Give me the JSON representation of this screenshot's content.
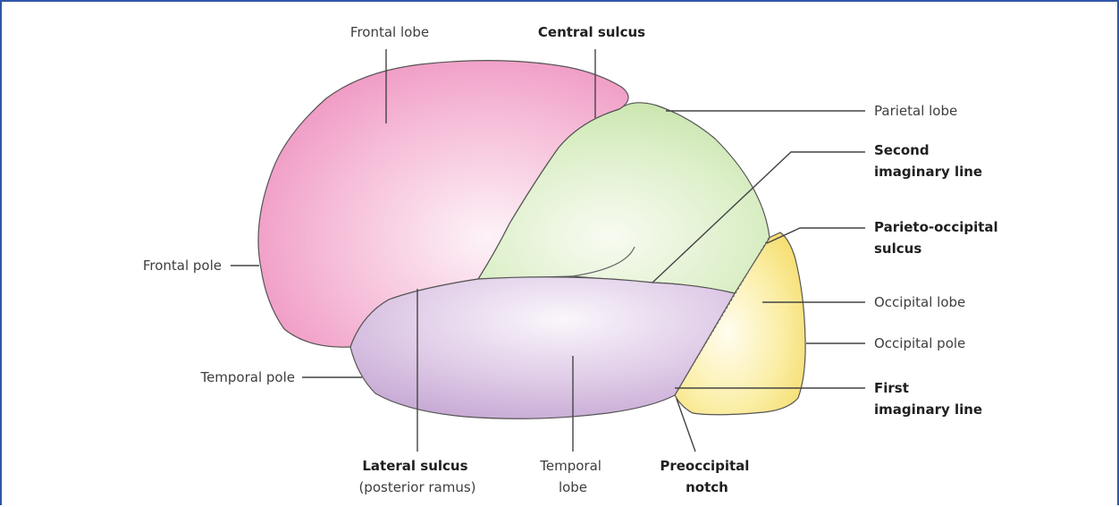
{
  "labels": {
    "frontal_lobe": "Frontal lobe",
    "central_sulcus": "Central sulcus",
    "parietal_lobe": "Parietal lobe",
    "second_imaginary_line": [
      "Second",
      "imaginary line"
    ],
    "parieto_occipital_sulcus": [
      "Parieto-occipital",
      "sulcus"
    ],
    "occipital_lobe": "Occipital lobe",
    "occipital_pole": "Occipital pole",
    "first_imaginary_line": [
      "First",
      "imaginary line"
    ],
    "preoccipital_notch": [
      "Preoccipital",
      "notch"
    ],
    "temporal_lobe": [
      "Temporal",
      "lobe"
    ],
    "lateral_sulcus": [
      "Lateral sulcus",
      "(posterior ramus)"
    ],
    "temporal_pole": "Temporal pole",
    "frontal_pole": "Frontal pole"
  },
  "colors": {
    "frontal": "#f2a6cb",
    "parietal": "#d6ebbf",
    "occipital": "#f7e48c",
    "temporal": "#d9c3e2",
    "frame": "#2f56a8"
  }
}
